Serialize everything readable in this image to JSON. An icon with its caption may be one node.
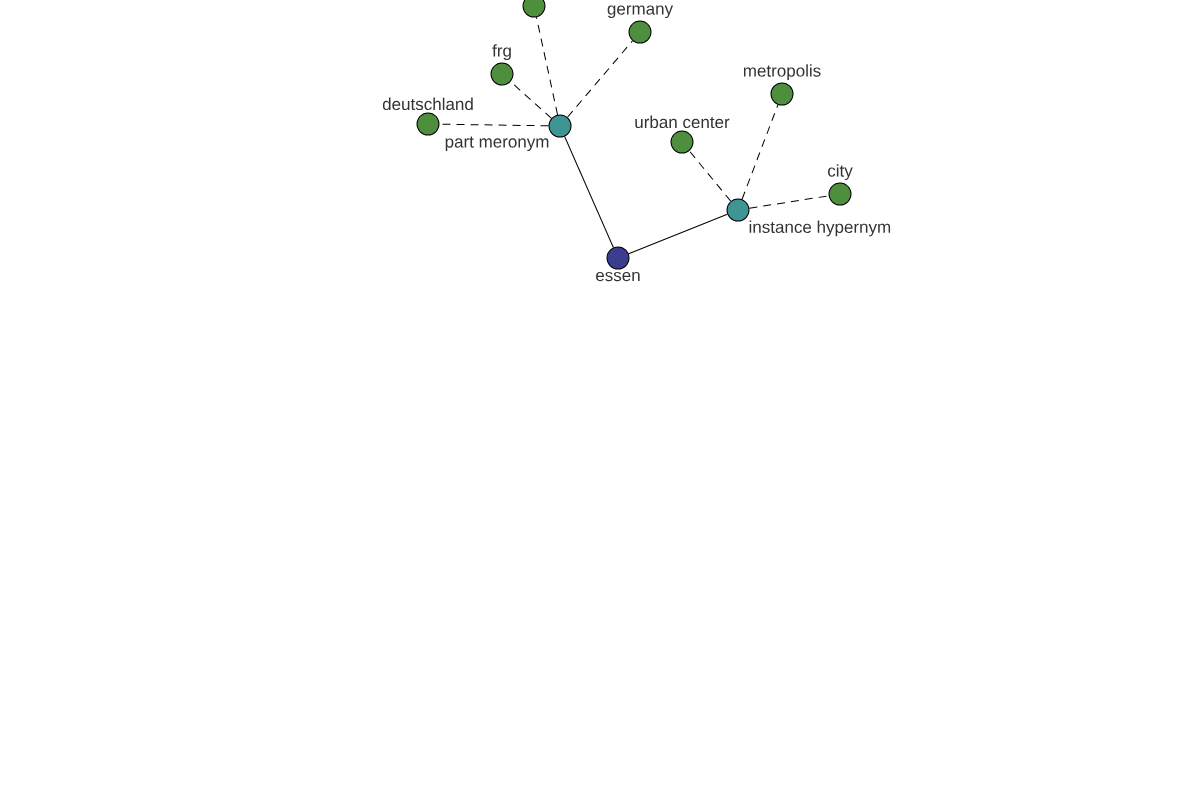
{
  "diagram": {
    "nodes": [
      {
        "text": [],
        "shape": "circle"
      },
      {
        "text": [
          "germany"
        ]
      },
      {
        "text": [
          "frg"
        ]
      },
      {
        "text": [
          "metropolis"
        ]
      },
      {
        "text": [
          "deutschland"
        ]
      },
      {
        "text": [
          "part meronym"
        ]
      },
      {
        "text": [
          "urban center"
        ]
      },
      {
        "text": [
          "city"
        ]
      },
      {
        "text": [
          "instance hypernym"
        ]
      },
      {
        "text": [
          "essen"
        ]
      }
    ],
    "edges": [
      {
        "from": 9,
        "to": 5,
        "arrow": "none"
      },
      {
        "from": 9,
        "to": 8,
        "arrow": "none"
      },
      {
        "from": 5,
        "to": 0,
        "arrow": "none",
        "style": "dashed"
      },
      {
        "from": 5,
        "to": 1,
        "arrow": "none",
        "style": "dashed"
      },
      {
        "from": 5,
        "to": 2,
        "arrow": "none",
        "style": "dashed"
      },
      {
        "from": 5,
        "to": 4,
        "arrow": "none",
        "style": "dashed"
      },
      {
        "from": 8,
        "to": 6,
        "arrow": "none",
        "style": "dashed"
      },
      {
        "from": 8,
        "to": 3,
        "arrow": "none",
        "style": "dashed"
      },
      {
        "from": 8,
        "to": 7,
        "arrow": "none",
        "style": "dashed"
      }
    ]
  }
}
